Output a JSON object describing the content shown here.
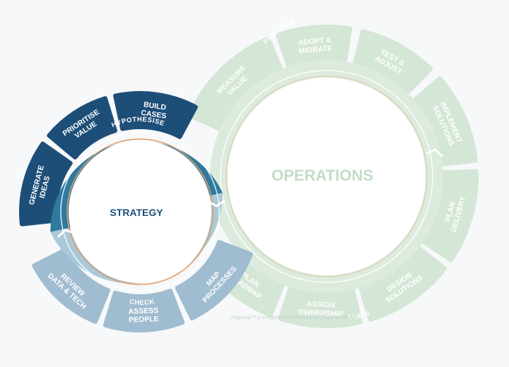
{
  "colors": {
    "strategy_dark": "#1d4e78",
    "strategy_mid": "#2d7aa0",
    "strategy_check_ring": "#a9c9d8",
    "strategy_light_seg": "#9fbcd0",
    "strategy_text": "#1d4e78",
    "operations_seg": "#d4e6d6",
    "operations_ring": "#dcebdd",
    "operations_text": "#c3dcc6",
    "accent_orange": "#e29b63",
    "white": "#ffffff"
  },
  "strategy": {
    "title": "STRATEGY",
    "ring_top_label": "HYPOTHESISE",
    "ring_bottom_label": "CHECK",
    "segments": [
      {
        "id": "generate-ideas",
        "lines": [
          "GENERATE",
          "IDEAS"
        ],
        "tone": "dark"
      },
      {
        "id": "prioritise-value",
        "lines": [
          "PRIORITISE",
          "VALUE"
        ],
        "tone": "dark"
      },
      {
        "id": "build-cases",
        "lines": [
          "BUILD",
          "CASES"
        ],
        "tone": "dark"
      },
      {
        "id": "map-processes",
        "lines": [
          "MAP",
          "PROCESSES"
        ],
        "tone": "light"
      },
      {
        "id": "assess-people",
        "lines": [
          "ASSESS",
          "PEOPLE"
        ],
        "tone": "light"
      },
      {
        "id": "review-data-tech",
        "lines": [
          "REVIEW",
          "DATA & TECH"
        ],
        "tone": "light"
      }
    ]
  },
  "operations": {
    "title": "OPERATIONS",
    "ring_top_label": "PERFORM",
    "ring_bottom_label": "ALIGN",
    "segments": [
      {
        "id": "measure-value",
        "lines": [
          "MEASURE",
          "VALUE"
        ]
      },
      {
        "id": "adopt-migrate",
        "lines": [
          "ADOPT &",
          "MIGRATE"
        ]
      },
      {
        "id": "test-adjust",
        "lines": [
          "TEST &",
          "ADJUST"
        ]
      },
      {
        "id": "implement-solutions",
        "lines": [
          "IMPLEMENT",
          "SOLUTIONS"
        ]
      },
      {
        "id": "plan-delivery",
        "lines": [
          "PLAN",
          "DELIVERY"
        ]
      },
      {
        "id": "design-solutions",
        "lines": [
          "DESIGN",
          "SOLUTIONS"
        ]
      },
      {
        "id": "assign-ownership",
        "lines": [
          "ASSIGN",
          "OWNERSHIP"
        ]
      },
      {
        "id": "plan-roadmap",
        "lines": [
          "PLAN",
          "ROADMAP"
        ]
      }
    ]
  },
  "footnote": "Chaploop™ is a registered trademark of Chapman Bright."
}
